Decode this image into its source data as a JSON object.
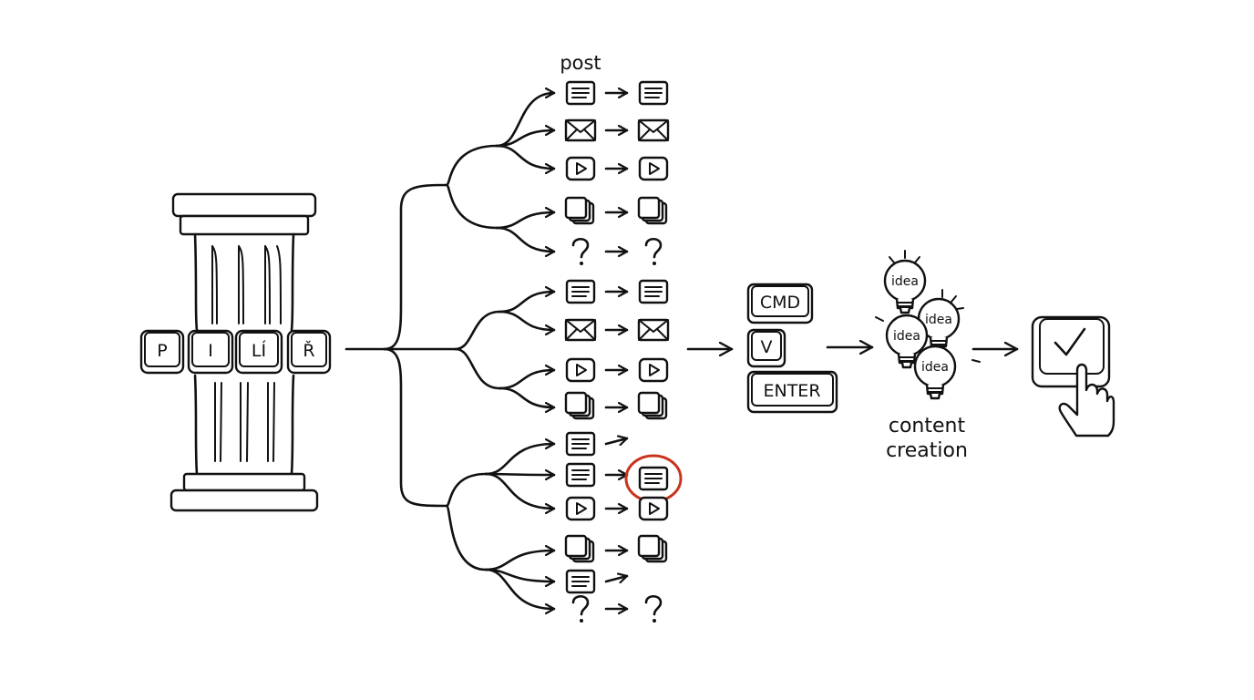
{
  "pillar": {
    "keys": [
      "P",
      "I",
      "LÍ",
      "Ř"
    ]
  },
  "tree": {
    "header": "post",
    "rows": [
      {
        "src": "doc-icon",
        "dst": "doc-icon"
      },
      {
        "src": "mail-icon",
        "dst": "mail-icon"
      },
      {
        "src": "video-icon",
        "dst": "video-icon"
      },
      {
        "src": "carousel-icon",
        "dst": "carousel-icon"
      },
      {
        "src": "question-icon",
        "dst": "question-icon"
      },
      {
        "src": "doc-icon",
        "dst": "doc-icon"
      },
      {
        "src": "mail-icon",
        "dst": "mail-icon"
      },
      {
        "src": "video-icon",
        "dst": "video-icon"
      },
      {
        "src": "carousel-icon",
        "dst": "carousel-icon"
      },
      {
        "src": "doc-icon",
        "dst": "none"
      },
      {
        "src": "doc-icon",
        "dst": "doc-icon",
        "highlight": true
      },
      {
        "src": "video-icon",
        "dst": "video-icon"
      },
      {
        "src": "carousel-icon",
        "dst": "carousel-icon"
      },
      {
        "src": "doc-icon",
        "dst": "none"
      },
      {
        "src": "question-icon",
        "dst": "question-icon"
      }
    ]
  },
  "keyboard": {
    "keys": [
      "CMD",
      "V",
      "ENTER"
    ]
  },
  "ideas": {
    "bulb_label": "idea",
    "caption_line1": "content",
    "caption_line2": "creation"
  },
  "final": {
    "icon": "check-key-icon",
    "hand": "pointing-hand-icon"
  },
  "colors": {
    "ink": "#111111",
    "highlight": "#c8341e",
    "background": "#ffffff"
  }
}
